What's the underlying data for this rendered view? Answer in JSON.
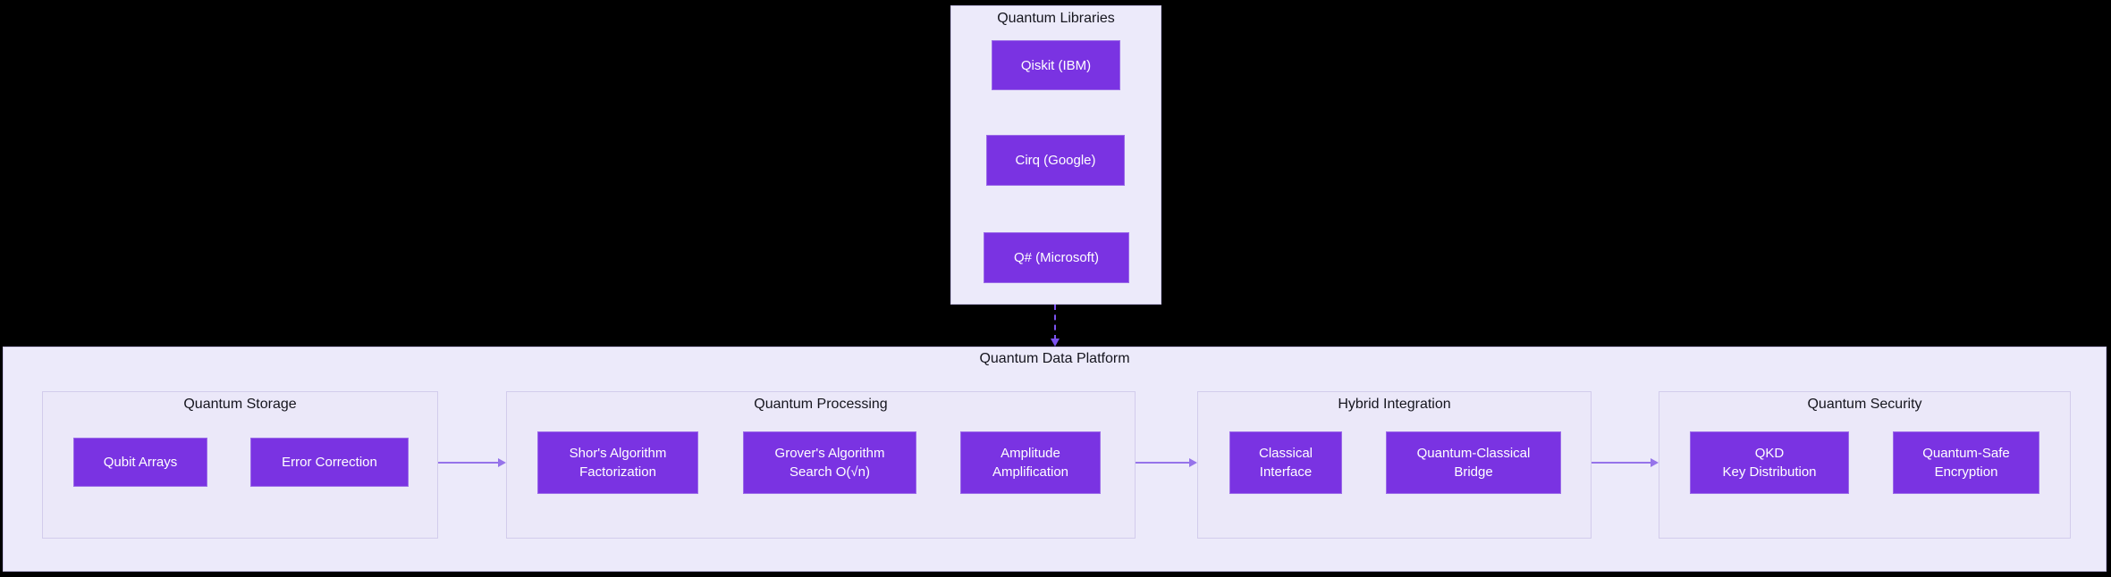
{
  "diagram": {
    "libraries": {
      "title": "Quantum Libraries",
      "nodes": [
        {
          "label": "Qiskit (IBM)"
        },
        {
          "label": "Cirq (Google)"
        },
        {
          "label": "Q# (Microsoft)"
        }
      ]
    },
    "platform": {
      "title": "Quantum Data Platform",
      "sections": [
        {
          "title": "Quantum Storage",
          "nodes": [
            {
              "label": "Qubit Arrays"
            },
            {
              "label": "Error Correction"
            }
          ]
        },
        {
          "title": "Quantum Processing",
          "nodes": [
            {
              "label": "Shor's Algorithm\nFactorization"
            },
            {
              "label": "Grover's Algorithm\nSearch O(√n)"
            },
            {
              "label": "Amplitude\nAmplification"
            }
          ]
        },
        {
          "title": "Hybrid Integration",
          "nodes": [
            {
              "label": "Classical\nInterface"
            },
            {
              "label": "Quantum-Classical\nBridge"
            }
          ]
        },
        {
          "title": "Quantum Security",
          "nodes": [
            {
              "label": "QKD\nKey Distribution"
            },
            {
              "label": "Quantum-Safe\nEncryption"
            }
          ]
        }
      ]
    },
    "edges": [
      {
        "from": "Quantum Libraries",
        "to": "Quantum Data Platform",
        "style": "dashed"
      },
      {
        "from": "Quantum Storage",
        "to": "Quantum Processing",
        "style": "solid"
      },
      {
        "from": "Quantum Processing",
        "to": "Hybrid Integration",
        "style": "solid"
      },
      {
        "from": "Hybrid Integration",
        "to": "Quantum Security",
        "style": "solid"
      }
    ],
    "colors": {
      "background": "#000000",
      "container_fill": "#ECEAFA",
      "container_border": "#CCC6EE",
      "node_fill": "#7A33E2",
      "node_border": "#9B6BE8",
      "node_text": "#FFFFFF",
      "title_text": "#15151E",
      "arrow": "#9674EA",
      "dashed_arrow": "#7C52F0"
    }
  }
}
